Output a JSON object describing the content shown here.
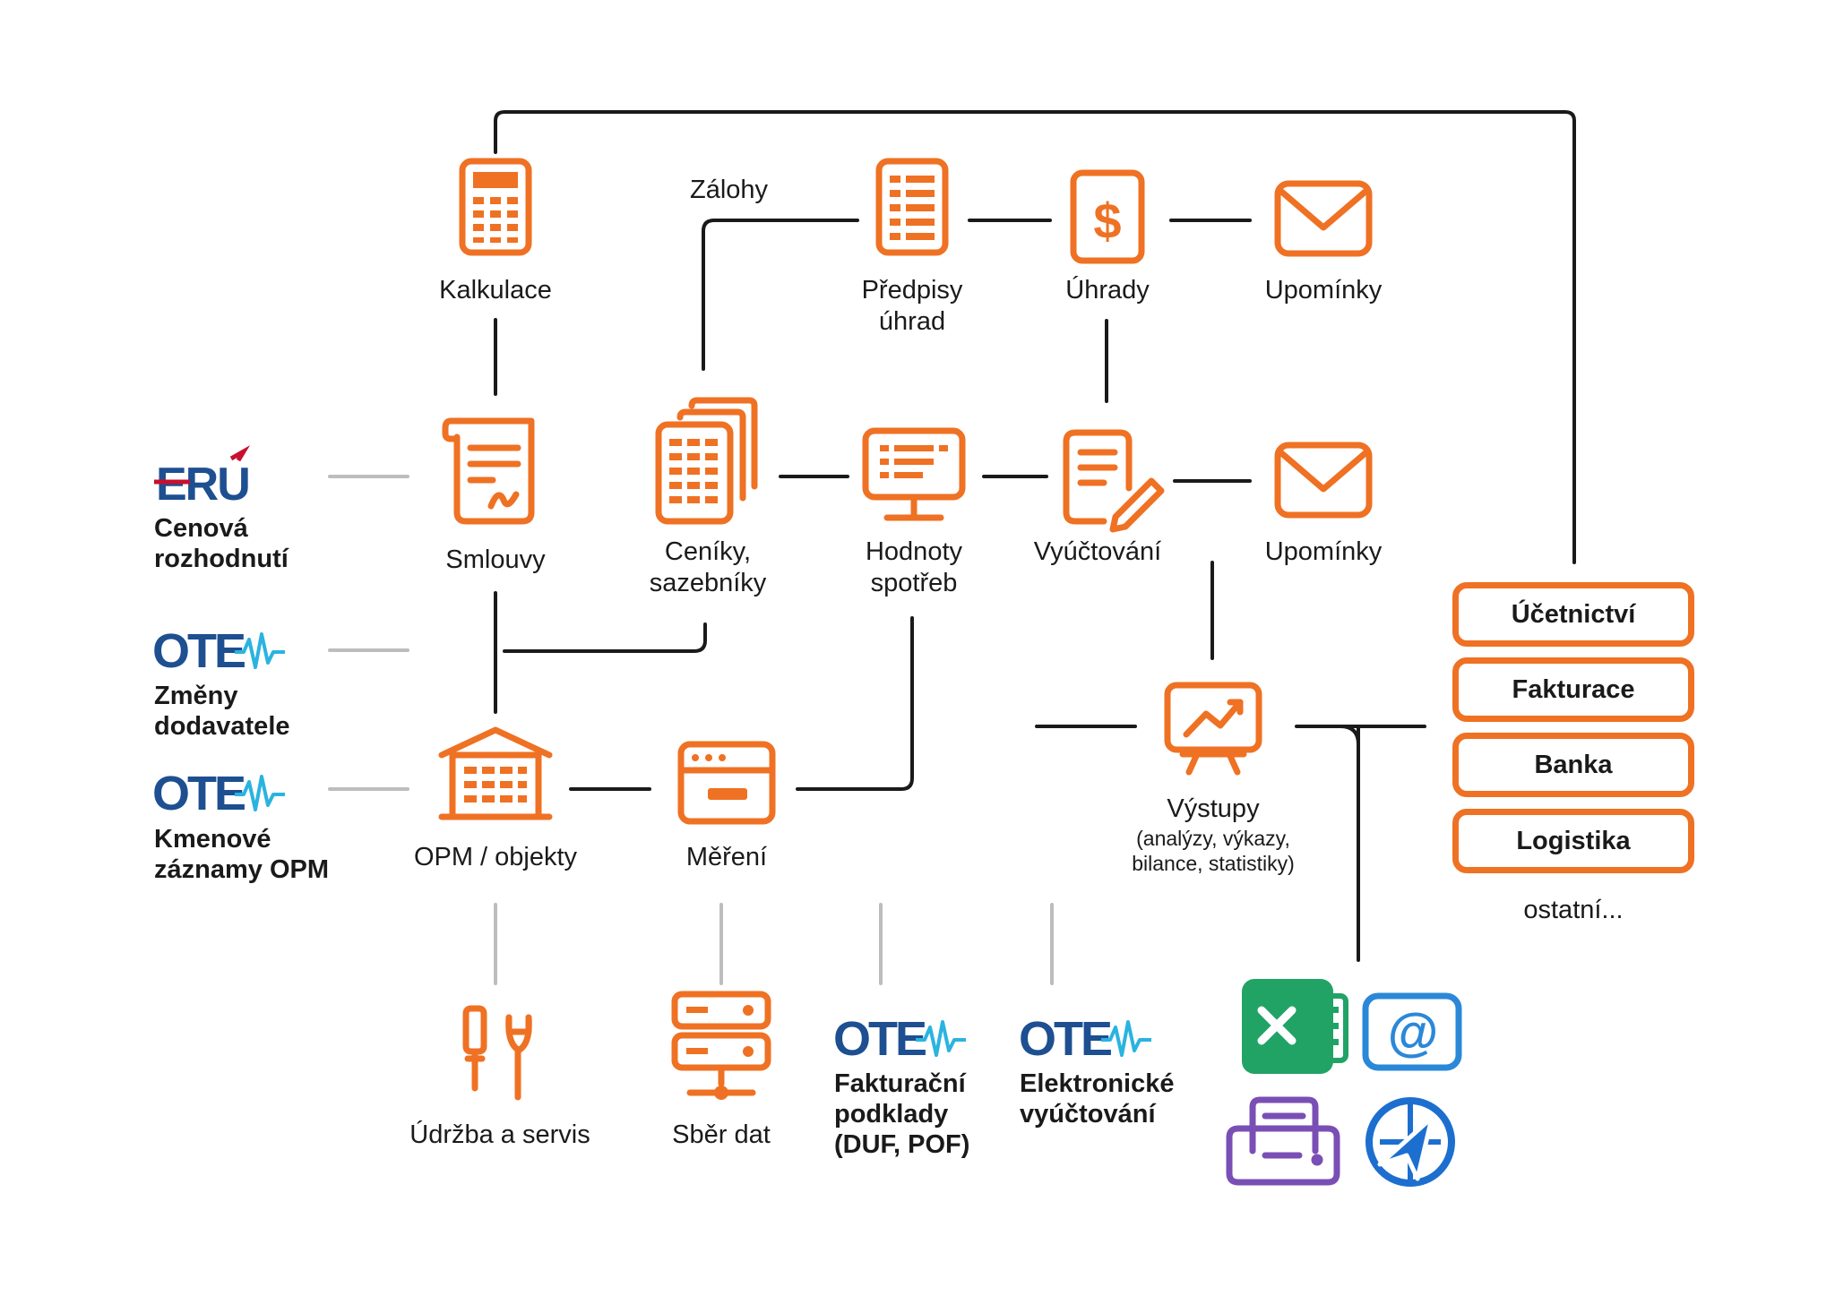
{
  "colors": {
    "orange": "#ef7123",
    "line": "#1a1a1a",
    "grey_line": "#bdbdbd",
    "ote_blue": "#1d4f91",
    "ote_cyan": "#2bb3e0",
    "excel_green": "#21a366",
    "email_blue": "#2b88d8",
    "print_purple": "#7a4fb5",
    "web_blue": "#1d6fcf"
  },
  "top_row": {
    "kalkulace": "Kalkulace",
    "zalohy": "Zálohy",
    "predpisy_1": "Předpisy",
    "predpisy_2": "úhrad",
    "uhrady": "Úhrady",
    "upominky": "Upomínky"
  },
  "mid_row": {
    "smlouvy": "Smlouvy",
    "ceniky_1": "Ceníky,",
    "ceniky_2": "sazebníky",
    "hodnoty_1": "Hodnoty",
    "hodnoty_2": "spotřeb",
    "vyuctovani": "Vyúčtování",
    "upominky": "Upomínky"
  },
  "bottom_row": {
    "opm": "OPM / objekty",
    "mereni": "Měření",
    "vystupy": "Výstupy",
    "vystupy_sub_1": "(analýzy, výkazy,",
    "vystupy_sub_2": "bilance, statistiky)"
  },
  "left_sources": [
    {
      "logo": "ERÚ",
      "line1": "Cenová",
      "line2": "rozhodnutí"
    },
    {
      "logo": "OTE",
      "line1": "Změny",
      "line2": "dodavatele"
    },
    {
      "logo": "OTE",
      "line1": "Kmenové",
      "line2": "záznamy OPM"
    }
  ],
  "bottom_sources": {
    "udrzba": "Údržba a servis",
    "sber": "Sběr dat",
    "fakt_logo": "OTE",
    "fakt_1": "Fakturační",
    "fakt_2": "podklady",
    "fakt_3": "(DUF, POF)",
    "elek_logo": "OTE",
    "elek_1": "Elektronické",
    "elek_2": "vyúčtování"
  },
  "systems": {
    "items": [
      "Účetnictví",
      "Fakturace",
      "Banka",
      "Logistika"
    ],
    "other": "ostatní..."
  },
  "output_channels": [
    "excel-icon",
    "email-icon",
    "printer-icon",
    "web-icon"
  ]
}
